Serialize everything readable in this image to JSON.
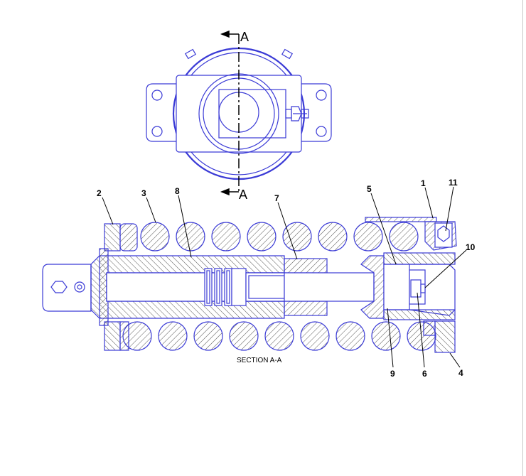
{
  "diagram": {
    "section_marks": {
      "top": "A",
      "bottom": "A"
    },
    "caption": "SECTION A-A",
    "callouts": {
      "c1": "1",
      "c2": "2",
      "c3": "3",
      "c4": "4",
      "c5": "5",
      "c6": "6",
      "c7": "7",
      "c8": "8",
      "c9": "9",
      "c10": "10",
      "c11": "11"
    },
    "colors": {
      "line": "#3b3bd6",
      "hatch": "#555555",
      "leader": "#000000",
      "background": "#ffffff"
    }
  }
}
